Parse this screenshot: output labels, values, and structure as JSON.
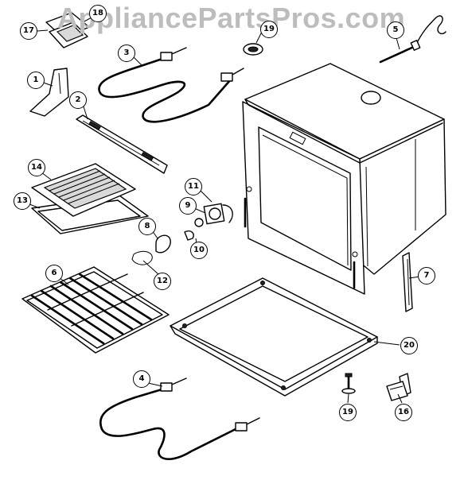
{
  "watermark": "AppliancePartsPros.com",
  "callouts": [
    {
      "id": "1",
      "label": "1"
    },
    {
      "id": "2",
      "label": "2"
    },
    {
      "id": "3",
      "label": "3"
    },
    {
      "id": "4",
      "label": "4"
    },
    {
      "id": "5",
      "label": "5"
    },
    {
      "id": "6",
      "label": "6"
    },
    {
      "id": "7",
      "label": "7"
    },
    {
      "id": "8",
      "label": "8"
    },
    {
      "id": "9",
      "label": "9"
    },
    {
      "id": "10",
      "label": "10"
    },
    {
      "id": "11",
      "label": "11"
    },
    {
      "id": "12",
      "label": "12"
    },
    {
      "id": "13",
      "label": "13"
    },
    {
      "id": "14",
      "label": "14"
    },
    {
      "id": "16",
      "label": "16"
    },
    {
      "id": "17",
      "label": "17"
    },
    {
      "id": "18",
      "label": "18"
    },
    {
      "id": "19a",
      "label": "19"
    },
    {
      "id": "19b",
      "label": "19"
    },
    {
      "id": "20",
      "label": "20"
    }
  ]
}
